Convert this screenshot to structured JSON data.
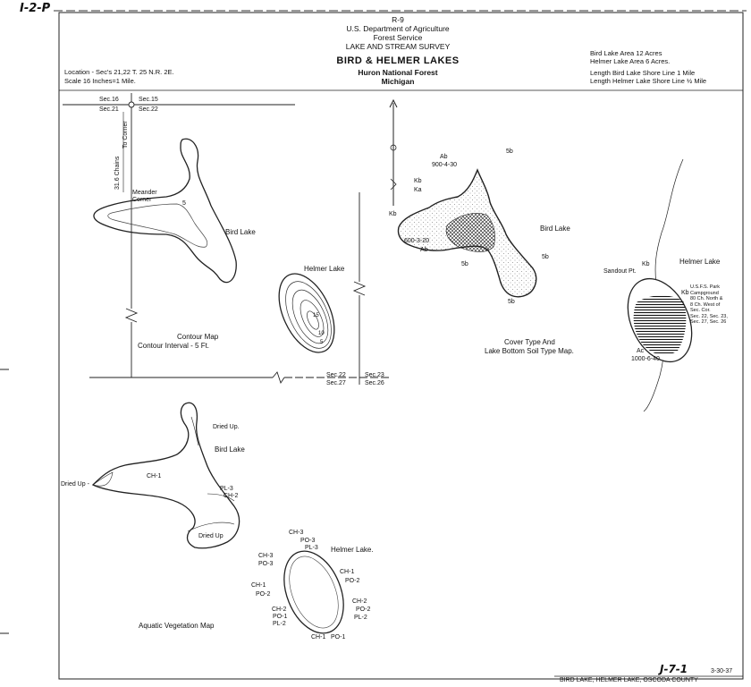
{
  "corner_mark": "I-2-P",
  "header": {
    "code": "R-9",
    "department": "U.S. Department of Agriculture",
    "service": "Forest Service",
    "survey": "LAKE AND STREAM SURVEY",
    "title": "BIRD & HELMER LAKES",
    "forest": "Huron National Forest",
    "state": "Michigan"
  },
  "location": {
    "location_text": "Location - Sec's 21,22 T. 25 N.R. 2E.",
    "scale_text": "Scale 16 Inches=1 Mile."
  },
  "stats": {
    "bird_area": "Bird Lake Area 12 Acres",
    "helmer_area": "Helmer Lake Area 6 Acres.",
    "bird_shore": "Length Bird Lake Shore Line  1 Mile",
    "helmer_shore": "Length Helmer Lake Shore Line ½ Mile"
  },
  "contour_map": {
    "title": "Contour Map",
    "interval": "Contour Interval - 5 Ft.",
    "bird_label": "Bird Lake",
    "helmer_label": "Helmer Lake",
    "sec16": "Sec.16",
    "sec15": "Sec.15",
    "sec21": "Sec.21",
    "sec22": "Sec.22",
    "sec22b": "Sec.22",
    "sec23": "Sec.23",
    "sec27": "Sec.27",
    "sec26": "Sec.26",
    "chains": "31.6 Chains",
    "to_corner": "To Corner",
    "meander": "Meander",
    "corner": "Corner",
    "depth_15": "15",
    "depth_10": "10",
    "depth_5": "5",
    "depth_5b": "5"
  },
  "cover_map": {
    "title": "Cover Type And",
    "subtitle": "Lake Bottom Soil Type Map.",
    "bird_label": "Bird Lake",
    "helmer_label": "Helmer Lake",
    "codes": {
      "ab_top": "Ab",
      "ab_top_val": "900-4-30",
      "kb_ka_1": "Kb",
      "kb_ka_2": "Ka",
      "kb_left": "Kb",
      "val_left": "600-3-20",
      "ab_bottom": "Ab",
      "sb_right_top": "5b",
      "sb_right": "5b",
      "sb_left": "5b",
      "sb_bottom": "5b",
      "sandout": "Sandout Pt.",
      "kb_helmer": "Kb",
      "kb_helmer2": "Kb",
      "ac_helmer": "Ac",
      "ac_val": "1000-6-40"
    },
    "camp_note": [
      "U.S.F.S. Park",
      "Campground",
      "80 Ch. North &",
      "8 Ch. West of",
      "Sec. Cor.",
      "Sec. 22, Sec. 23,",
      "Sec. 27, Sec. 26"
    ]
  },
  "veg_map": {
    "title": "Aquatic Vegetation Map",
    "bird_label": "Bird Lake",
    "helmer_label": "Helmer Lake.",
    "dried_up_top": "Dried Up.",
    "dried_up_left": "Dried Up -",
    "dried_up_bottom": "Dried Up",
    "ch1_bird": "CH-1",
    "pl3_bird": "PL-3",
    "ch2_bird": "CH-2",
    "helmer": {
      "ch3_top": "CH-3",
      "po3_top": "PO-3",
      "pl3_top": "PL-3",
      "ch3_left": "CH-3",
      "po3_left": "PO-3",
      "ch1_left": "CH-1",
      "po2_left": "PO-2",
      "ch2_left": "CH-2",
      "po1_left": "PO-1",
      "pl2_left": "PL-2",
      "ch1_right": "CH-1",
      "po2_right": "PO-2",
      "ch2_right": "CH-2",
      "po2_right2": "PO-2",
      "pl2_right": "PL-2",
      "ch1_bottom": "CH-1",
      "po1_bottom": "PO-1"
    }
  },
  "footer": {
    "number": "J-7-1",
    "date": "3-30-37",
    "caption": "BIRD LAKE, HELMER LAKE, OSCODA COUNTY"
  }
}
